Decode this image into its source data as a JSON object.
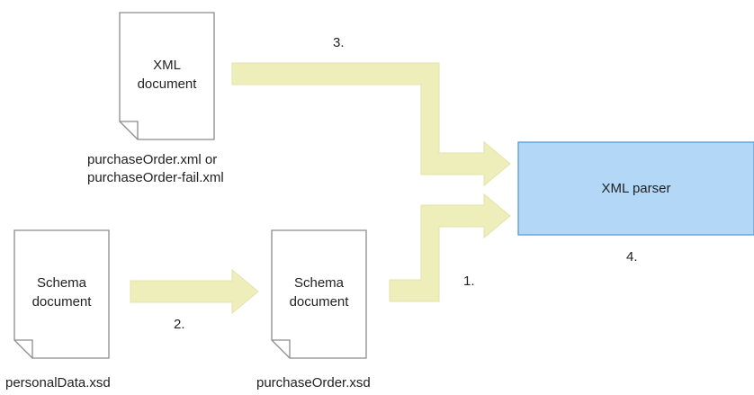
{
  "documents": {
    "xml_doc": {
      "line1": "XML",
      "line2": "document",
      "caption_line1": "purchaseOrder.xml or",
      "caption_line2": "purchaseOrder-fail.xml"
    },
    "schema_left": {
      "line1": "Schema",
      "line2": "document",
      "caption": "personalData.xsd"
    },
    "schema_mid": {
      "line1": "Schema",
      "line2": "document",
      "caption": "purchaseOrder.xsd"
    }
  },
  "parser": {
    "label": "XML parser"
  },
  "steps": {
    "s1": "1.",
    "s2": "2.",
    "s3": "3.",
    "s4": "4."
  },
  "colors": {
    "arrow_fill": "#eeeebb",
    "arrow_stroke": "#e2e2a8",
    "parser_fill": "#b3d7f7",
    "parser_stroke": "#5b9bd5",
    "doc_stroke": "#8c8c8c"
  }
}
